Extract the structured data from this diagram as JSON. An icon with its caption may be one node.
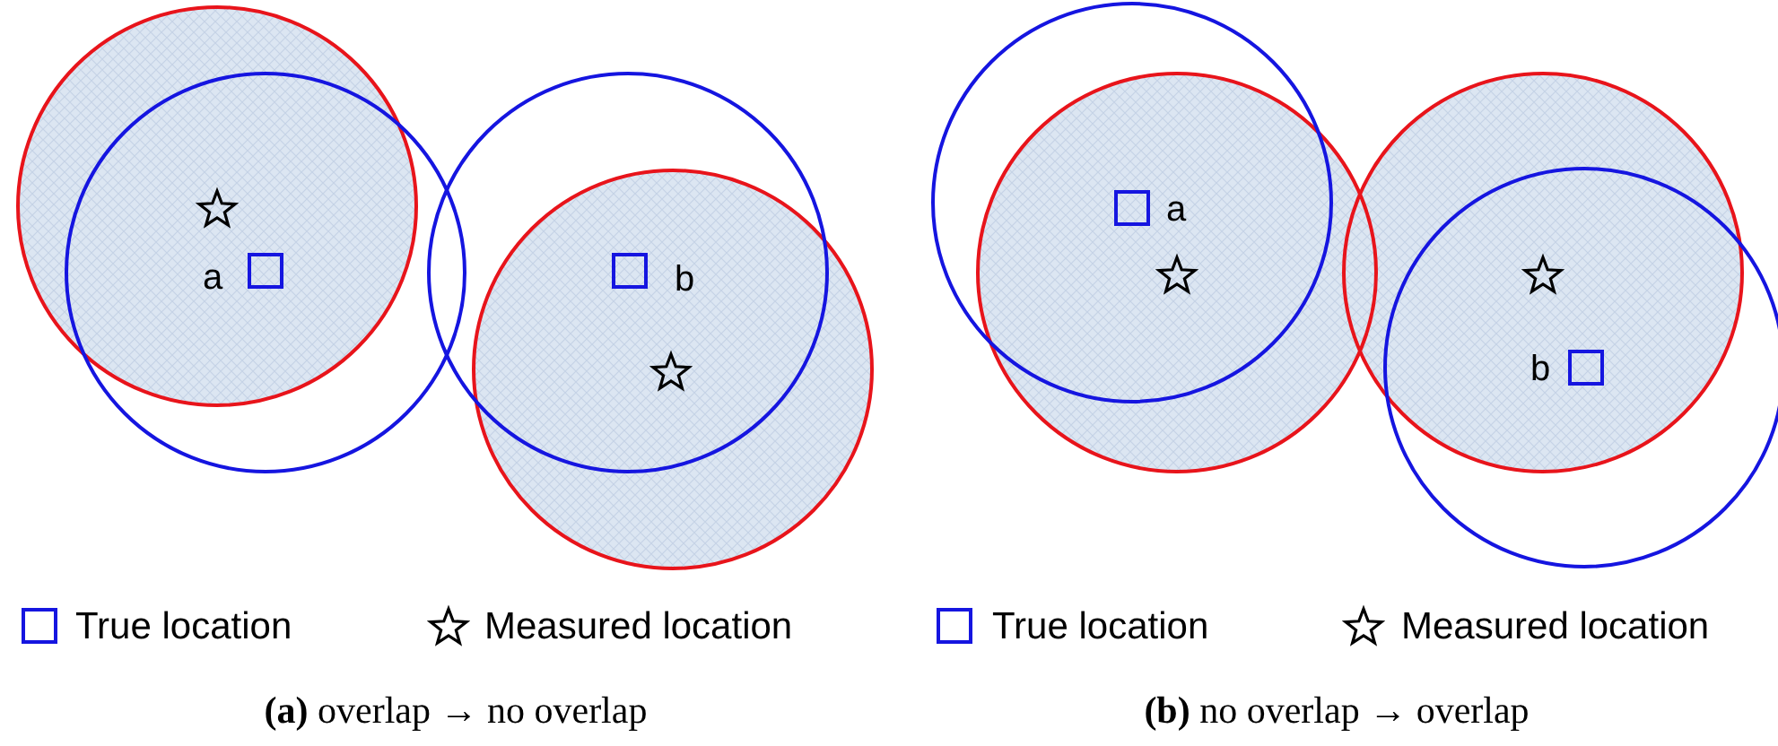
{
  "diagram": {
    "labels": [
      "a",
      "b",
      "a",
      "b",
      "**(a)** overlap → no overlap",
      "**(b)** no overlap → overlap"
    ],
    "legend": [
      {
        "text": "True location"
      },
      {
        "text": "Measured location"
      },
      {
        "text": "True location"
      },
      {
        "text": "Measured location"
      }
    ]
  }
}
